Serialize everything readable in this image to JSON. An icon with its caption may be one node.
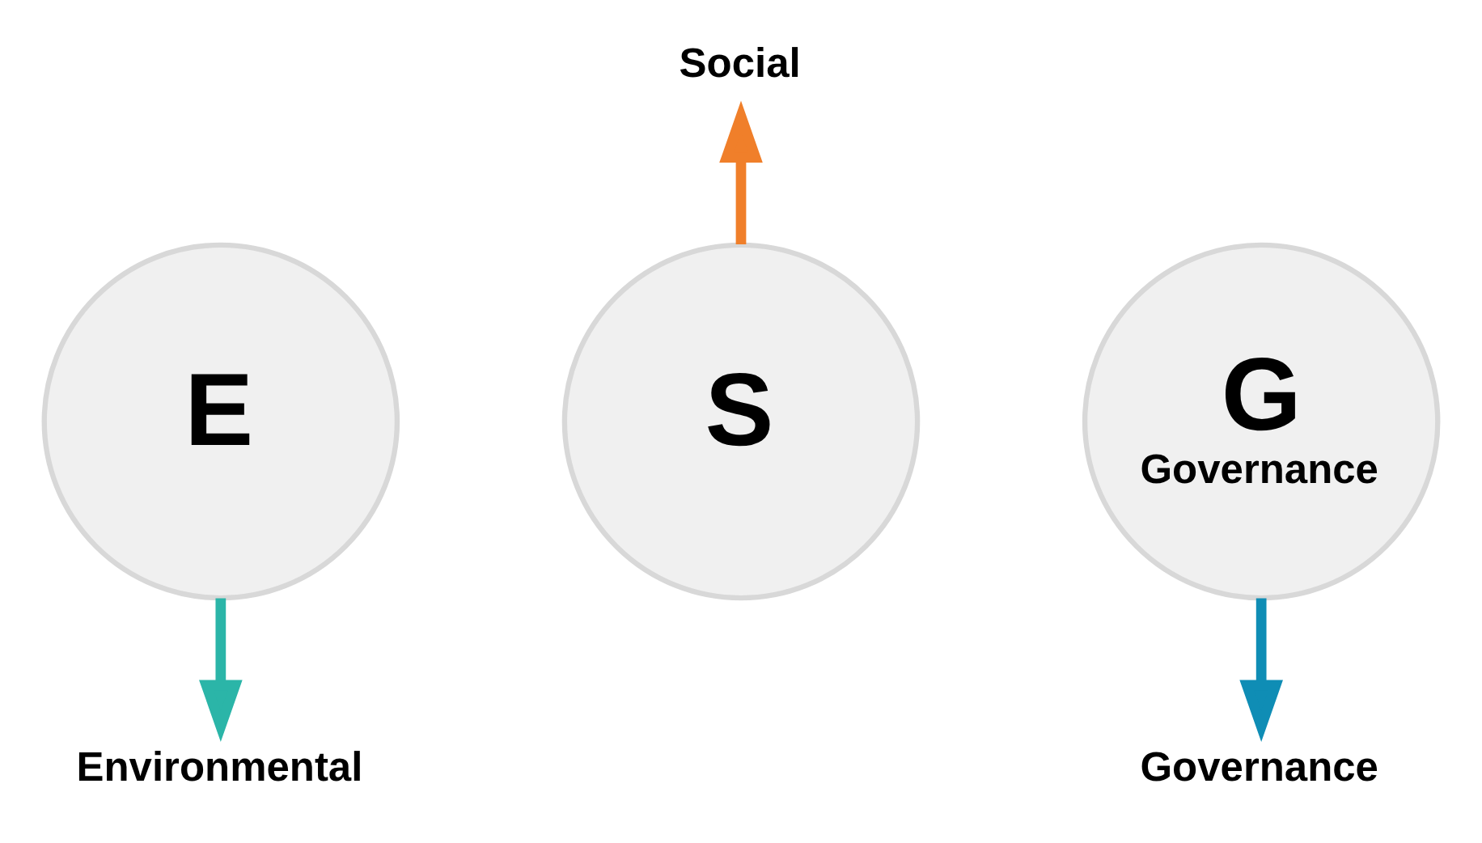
{
  "diagram": {
    "nodes": [
      {
        "text": [
          "Social"
        ]
      },
      {
        "text": [
          "E"
        ]
      },
      {
        "text": [
          "S"
        ]
      },
      {
        "text": [
          "G",
          "Governance"
        ]
      },
      {
        "text": [
          "Environmental"
        ]
      },
      {
        "text": [
          "Governance"
        ]
      }
    ],
    "edges": [
      {
        "from": 1,
        "to": 4,
        "arrow": "to",
        "color": "#2bb5a8"
      },
      {
        "from": 2,
        "to": 0,
        "arrow": "to",
        "color": "#f07f2a"
      },
      {
        "from": 3,
        "to": 5,
        "arrow": "to",
        "color": "#0f8db5"
      }
    ]
  }
}
